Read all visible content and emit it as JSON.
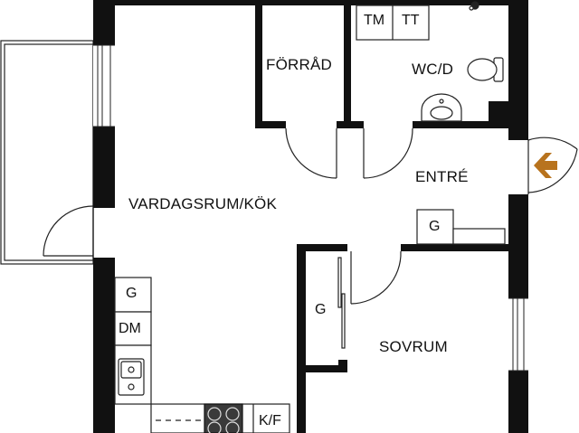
{
  "rooms": {
    "living_kitchen": "VARDAGSRUM/KÖK",
    "storage": "FÖRRÅD",
    "wc_shower": "WC/D",
    "entrance": "ENTRÉ",
    "bedroom": "SOVRUM"
  },
  "fixtures": {
    "washer": "TM",
    "dryer": "TT",
    "wardrobe_entrance": "G",
    "wardrobe_bedroom": "G",
    "wardrobe_kitchen": "G",
    "dishwasher": "DM",
    "fridge_freezer": "K/F"
  },
  "colors": {
    "wall": "#111111",
    "entry_arrow": "#b8731e",
    "line": "#222222",
    "background": "#ffffff"
  }
}
